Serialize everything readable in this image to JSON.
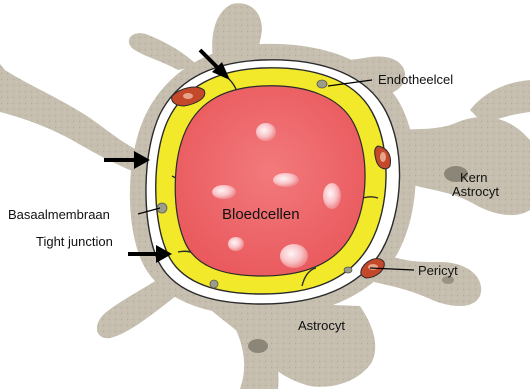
{
  "labels": {
    "endotheelcel": "Endotheelcel",
    "kern": "Kern",
    "astrocyt_kern": "Astrocyt",
    "basaalmembraan": "Basaalmembraan",
    "bloedcellen": "Bloedcellen",
    "tight_junction": "Tight junction",
    "pericyt": "Pericyt",
    "astrocyt": "Astrocyt"
  },
  "colors": {
    "astrocyte_fill": "#c6bfb0",
    "astrocyte_texture": "#b3ab9a",
    "astrocyte_nucleus": "#8c8678",
    "endothelium": "#f2e92a",
    "endothelium_outline": "#2a2a2a",
    "lumen": "#ef6f71",
    "blood_cell_highlight": "#fde0e2",
    "pericyte": "#c4482a",
    "background": "#ffffff"
  },
  "icons": [
    "pointer-arrow-icon"
  ]
}
